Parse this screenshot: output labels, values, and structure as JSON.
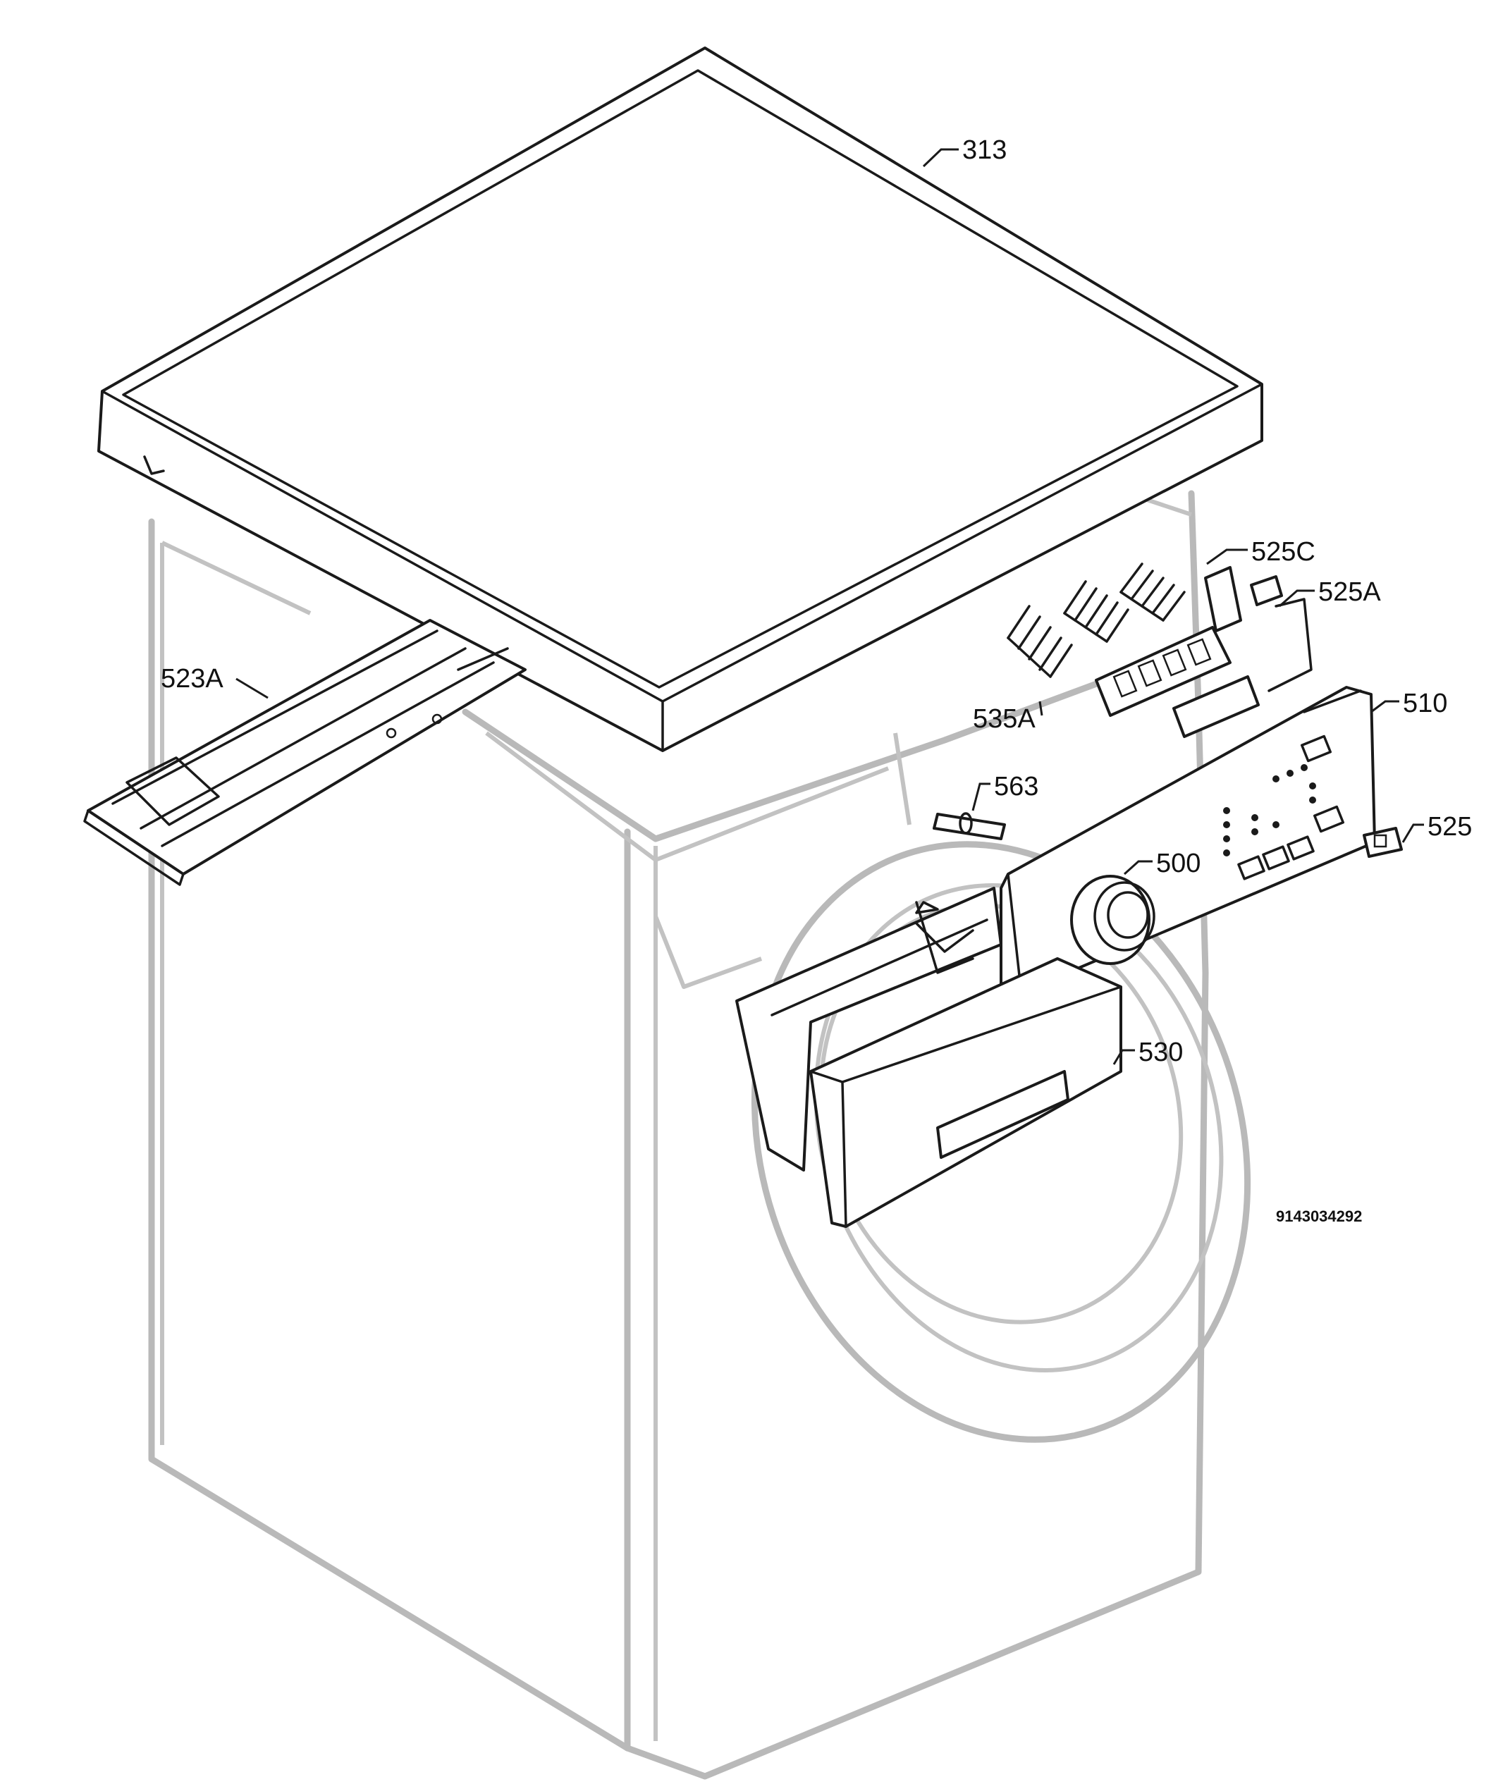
{
  "diagram": {
    "part_labels": {
      "p313": "313",
      "p525C": "525C",
      "p525A": "525A",
      "p523A": "523A",
      "p535A": "535A",
      "p510": "510",
      "p563": "563",
      "p525": "525",
      "p500": "500",
      "p530": "530"
    },
    "drawing_code": "9143034292"
  }
}
